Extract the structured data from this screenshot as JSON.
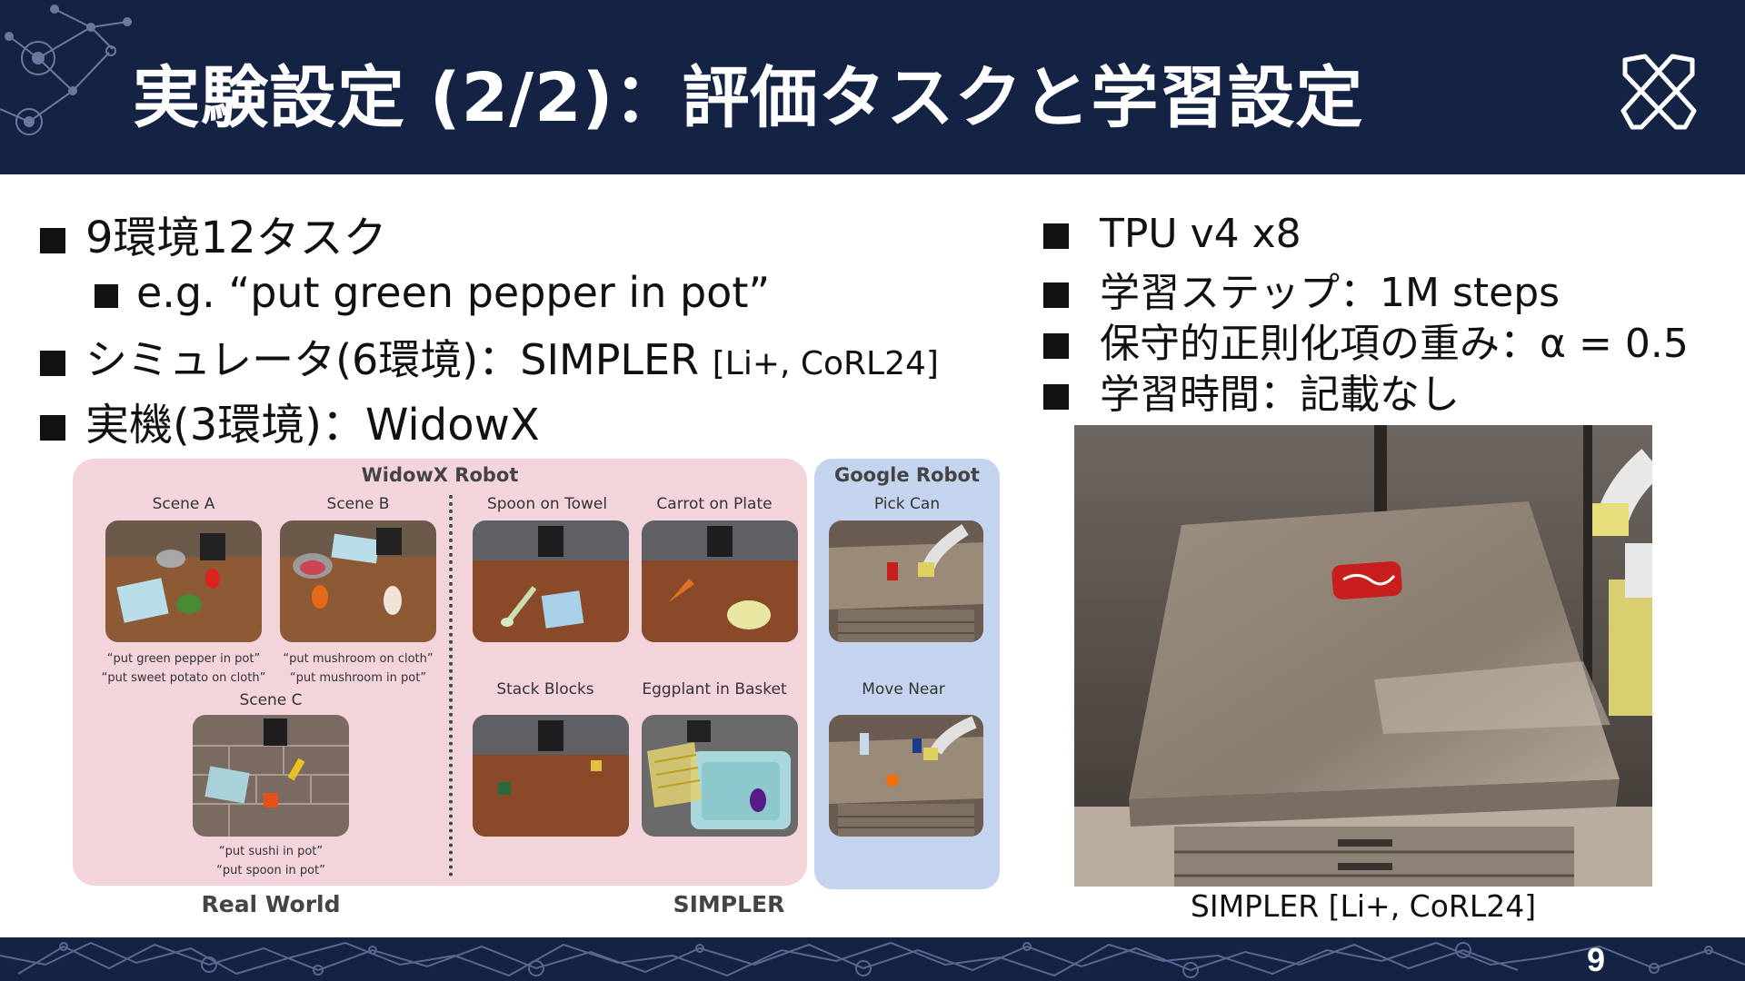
{
  "slide": {
    "title": "実験設定 (2/2)：評価タスクと学習設定",
    "page_number": "9"
  },
  "left_bullets": [
    {
      "text": "9環境12タスク",
      "cite": ""
    },
    {
      "text": "e.g. “put green pepper in pot”",
      "cite": ""
    },
    {
      "text": "シミュレータ(6環境)：SIMPLER ",
      "cite": "[Li+, CoRL24]"
    },
    {
      "text": "実機(3環境)：WidowX",
      "cite": ""
    }
  ],
  "right_bullets": [
    "TPU v4 x8",
    "学習ステップ：1M steps",
    "保守的正則化項の重み：α = 0.5",
    "学習時間：記載なし"
  ],
  "figure": {
    "widowx_header": "WidowX Robot",
    "google_header": "Google Robot",
    "scenes": {
      "scene_a": "Scene A",
      "scene_b": "Scene B",
      "scene_c": "Scene C",
      "spoon_on_towel": "Spoon on Towel",
      "carrot_on_plate": "Carrot on Plate",
      "stack_blocks": "Stack Blocks",
      "eggplant_in_basket": "Eggplant in Basket",
      "pick_can": "Pick Can",
      "move_near": "Move Near"
    },
    "captions": {
      "scene_a_1": "“put green pepper in pot”",
      "scene_a_2": "“put sweet potato on cloth”",
      "scene_b_1": "“put mushroom on cloth”",
      "scene_b_2": "“put mushroom in pot”",
      "scene_c_1": "“put sushi in pot”",
      "scene_c_2": "“put spoon in pot”"
    },
    "real_world_label": "Real World",
    "simpler_label": "SIMPLER"
  },
  "photo_caption": "SIMPLER [Li+, CoRL24]",
  "colors": {
    "header_bg": "#142244",
    "pink_panel": "#f3d4da",
    "blue_panel": "#c4d4ef",
    "table_wood": "#8a4a2a"
  }
}
